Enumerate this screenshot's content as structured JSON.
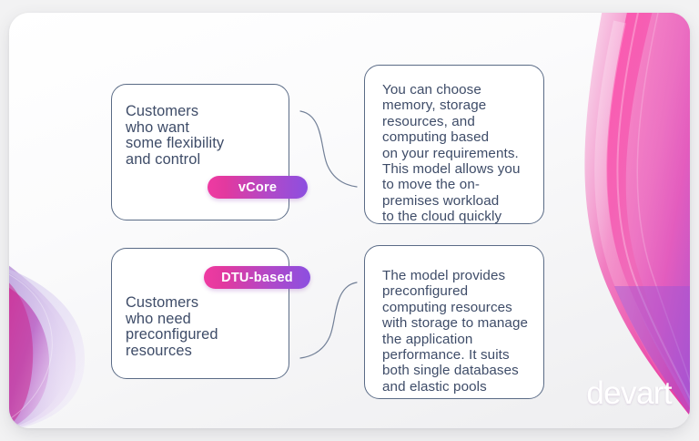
{
  "theme": {
    "page_background": "#f2f2f3",
    "panel_background": "#ffffff",
    "card_border": "#5a6b86",
    "text_color": "#3e4c68",
    "badge_gradient_start": "#ef3aa2",
    "badge_gradient_end": "#8c4fe0",
    "deco_pink": "#e8379f",
    "deco_purple": "#8f63c8",
    "logo_color": "#ffffff"
  },
  "rows": [
    {
      "id": "vcore",
      "audience": "Customers\nwho want\nsome flexibility\nand control",
      "badge": "vCore",
      "description": "You can choose\nmemory, storage\nresources, and\ncomputing based\non your requirements.\nThis model allows you\nto move the on-\npremises workload\nto the cloud quickly"
    },
    {
      "id": "dtu",
      "audience": "Customers\nwho need\npreconfigured\nresources",
      "badge": "DTU-based",
      "description": "The model provides\npreconfigured\ncomputing resources\nwith storage to manage\nthe application\nperformance. It suits\nboth single databases\nand elastic pools"
    }
  ],
  "branding": {
    "logo_text": "devart"
  }
}
